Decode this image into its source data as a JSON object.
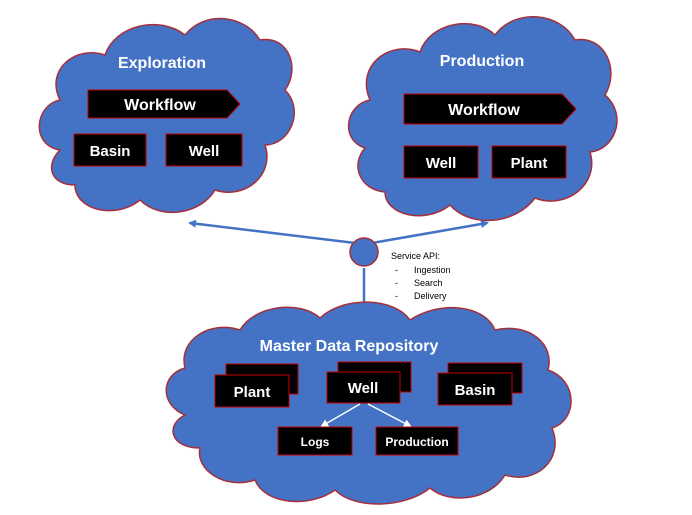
{
  "colors": {
    "cloud_fill": "#4472c4",
    "cloud_outline": "#a5303b",
    "box_fill": "#000000",
    "box_outline": "#c00000",
    "text_on_dark": "#ffffff",
    "connector": "#4472c4"
  },
  "exploration": {
    "title": "Exploration",
    "workflow": "Workflow",
    "items": [
      "Basin",
      "Well"
    ]
  },
  "production": {
    "title": "Production",
    "workflow": "Workflow",
    "items": [
      "Well",
      "Plant"
    ]
  },
  "service_api": {
    "title": "Service API:",
    "bullets": [
      {
        "marker": "-",
        "text": "Ingestion"
      },
      {
        "marker": "-",
        "text": "Search"
      },
      {
        "marker": "-",
        "text": "Delivery"
      }
    ]
  },
  "repository": {
    "title": "Master Data Repository",
    "stack_left": "Plant",
    "stack_center": "Well",
    "stack_right": "Basin",
    "children": [
      "Logs",
      "Production"
    ]
  }
}
